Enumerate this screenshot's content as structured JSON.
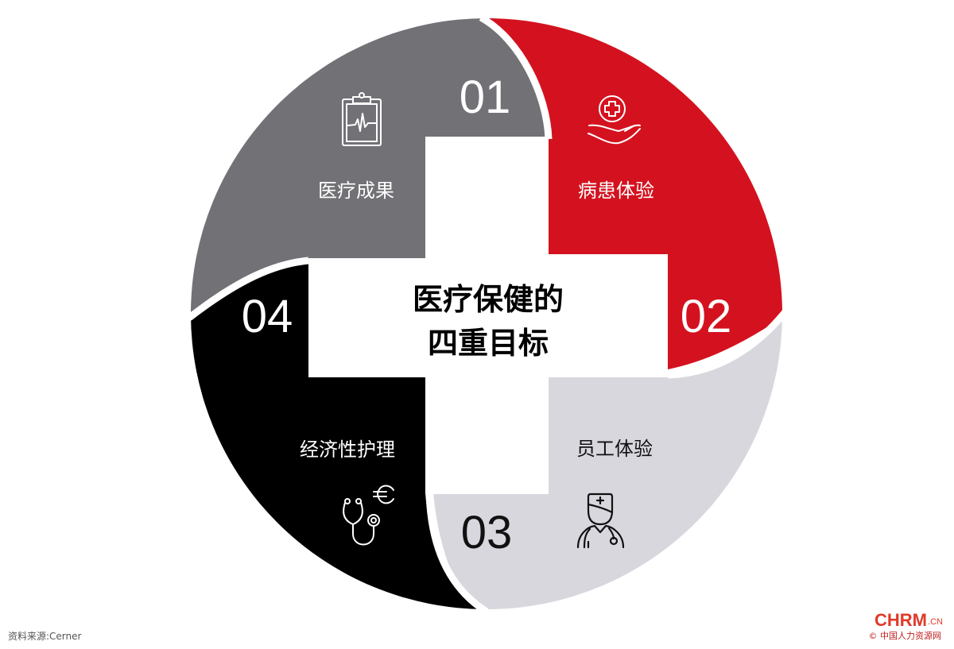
{
  "title": {
    "line1": "医疗保健的",
    "line2": "四重目标"
  },
  "segments": [
    {
      "number": "01",
      "label": "医疗成果",
      "icon": "clipboard-heartbeat-icon",
      "color": "#727176",
      "text_color": "#ffffff"
    },
    {
      "number": "02",
      "label": "病患体验",
      "icon": "hand-medical-cross-icon",
      "color": "#d4121f",
      "text_color": "#ffffff"
    },
    {
      "number": "03",
      "label": "员工体验",
      "icon": "doctor-icon",
      "color": "#d9d7de",
      "text_color": "#111111"
    },
    {
      "number": "04",
      "label": "经济性护理",
      "icon": "stethoscope-euro-icon",
      "color": "#000000",
      "text_color": "#ffffff"
    }
  ],
  "footer": {
    "source": "资料来源:Cerner",
    "logo_main": "CHRM",
    "logo_suffix": ".CN",
    "logo_sub": "© 中国人力资源网"
  },
  "colors": {
    "gray": "#727176",
    "red": "#d4121f",
    "light_gray": "#d9d7de",
    "black": "#000000",
    "background": "#ffffff"
  }
}
